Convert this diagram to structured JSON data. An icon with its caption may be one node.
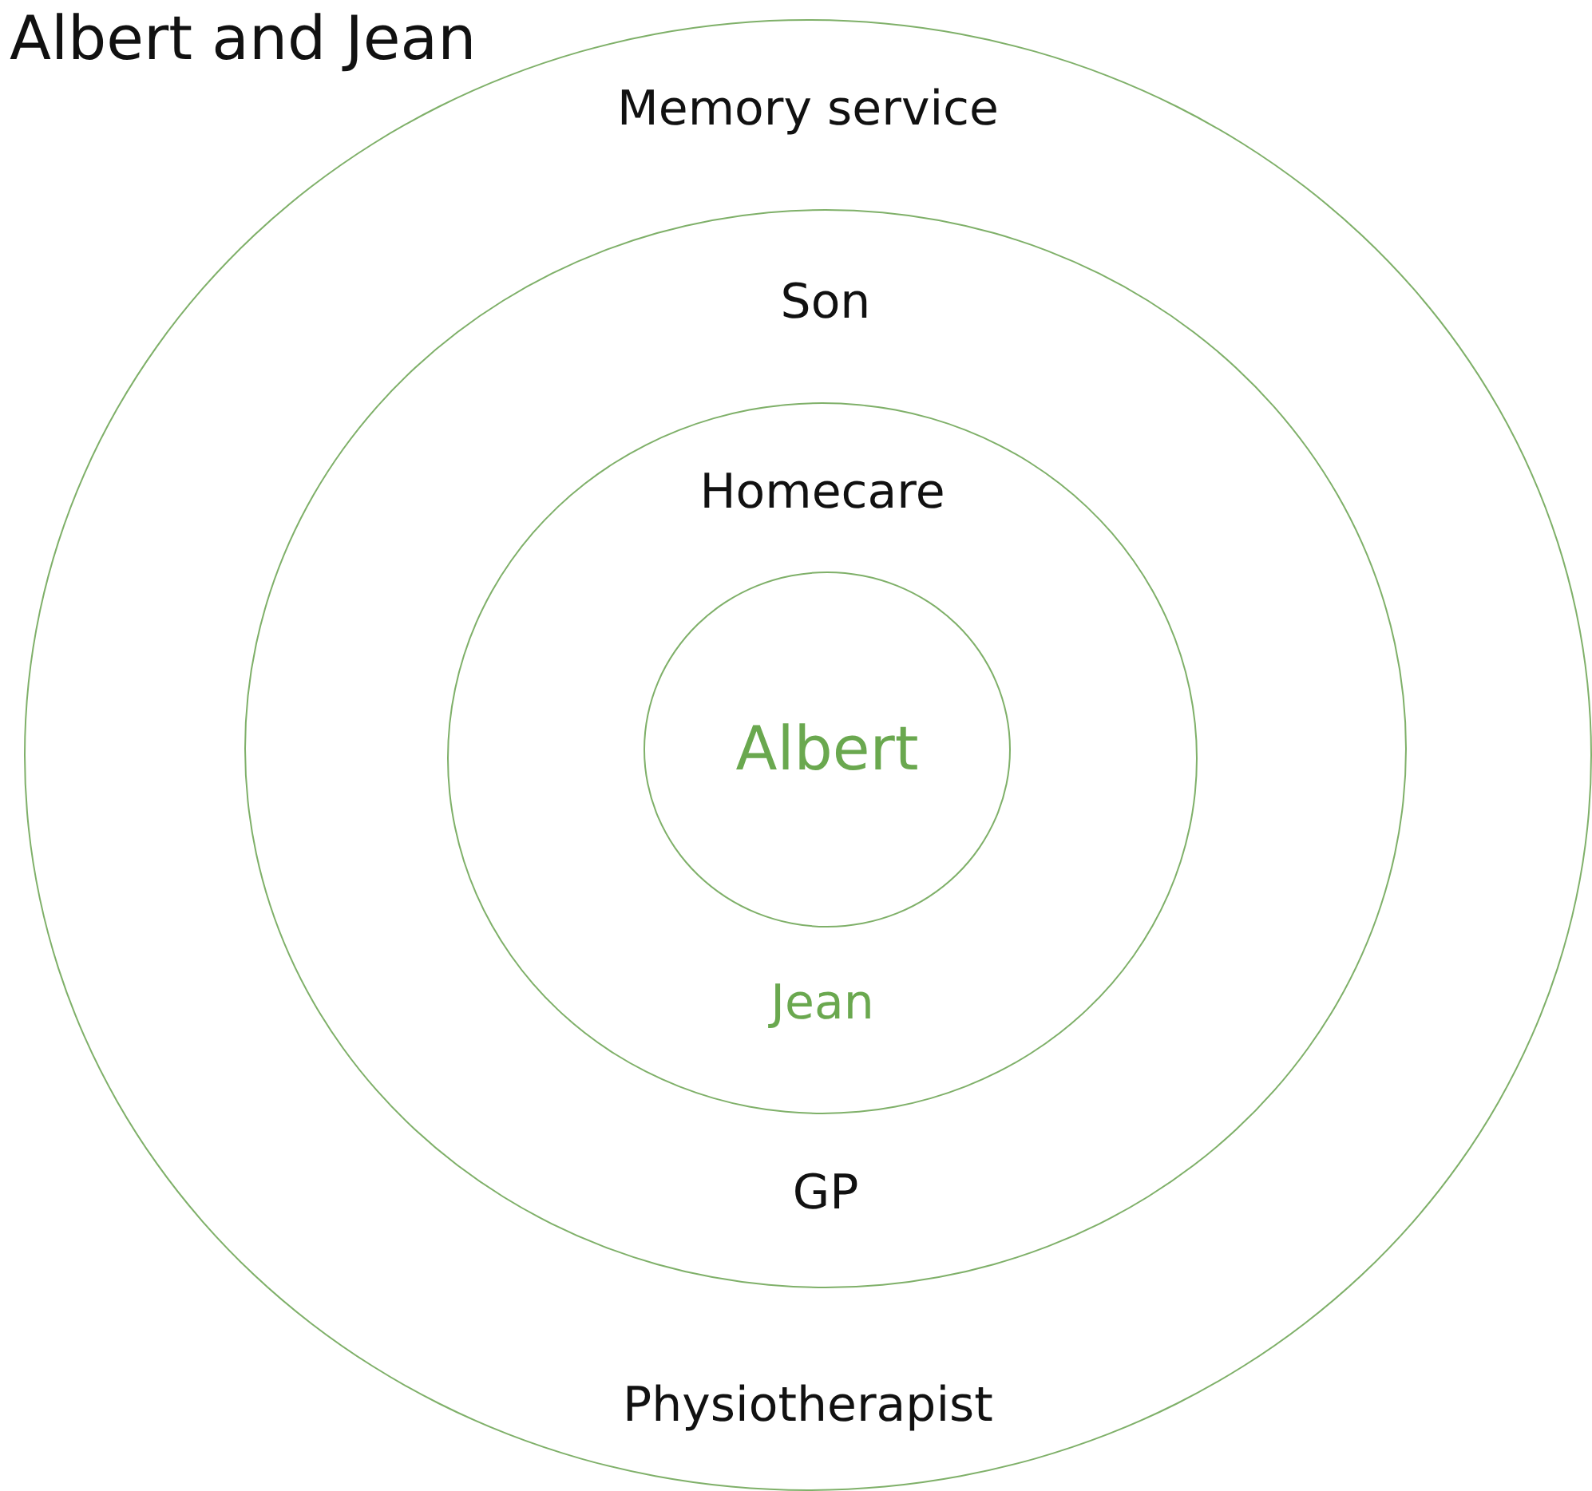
{
  "diagram": {
    "title": "Albert and Jean",
    "nodes": [
      {
        "text": [
          "Memory service",
          "Physiotherapist"
        ]
      },
      {
        "text": [
          "Son",
          "GP"
        ],
        "in": 0
      },
      {
        "text": [
          "Homecare",
          "Jean"
        ],
        "in": 1
      },
      {
        "text": [
          "Albert"
        ],
        "in": 2
      }
    ]
  }
}
